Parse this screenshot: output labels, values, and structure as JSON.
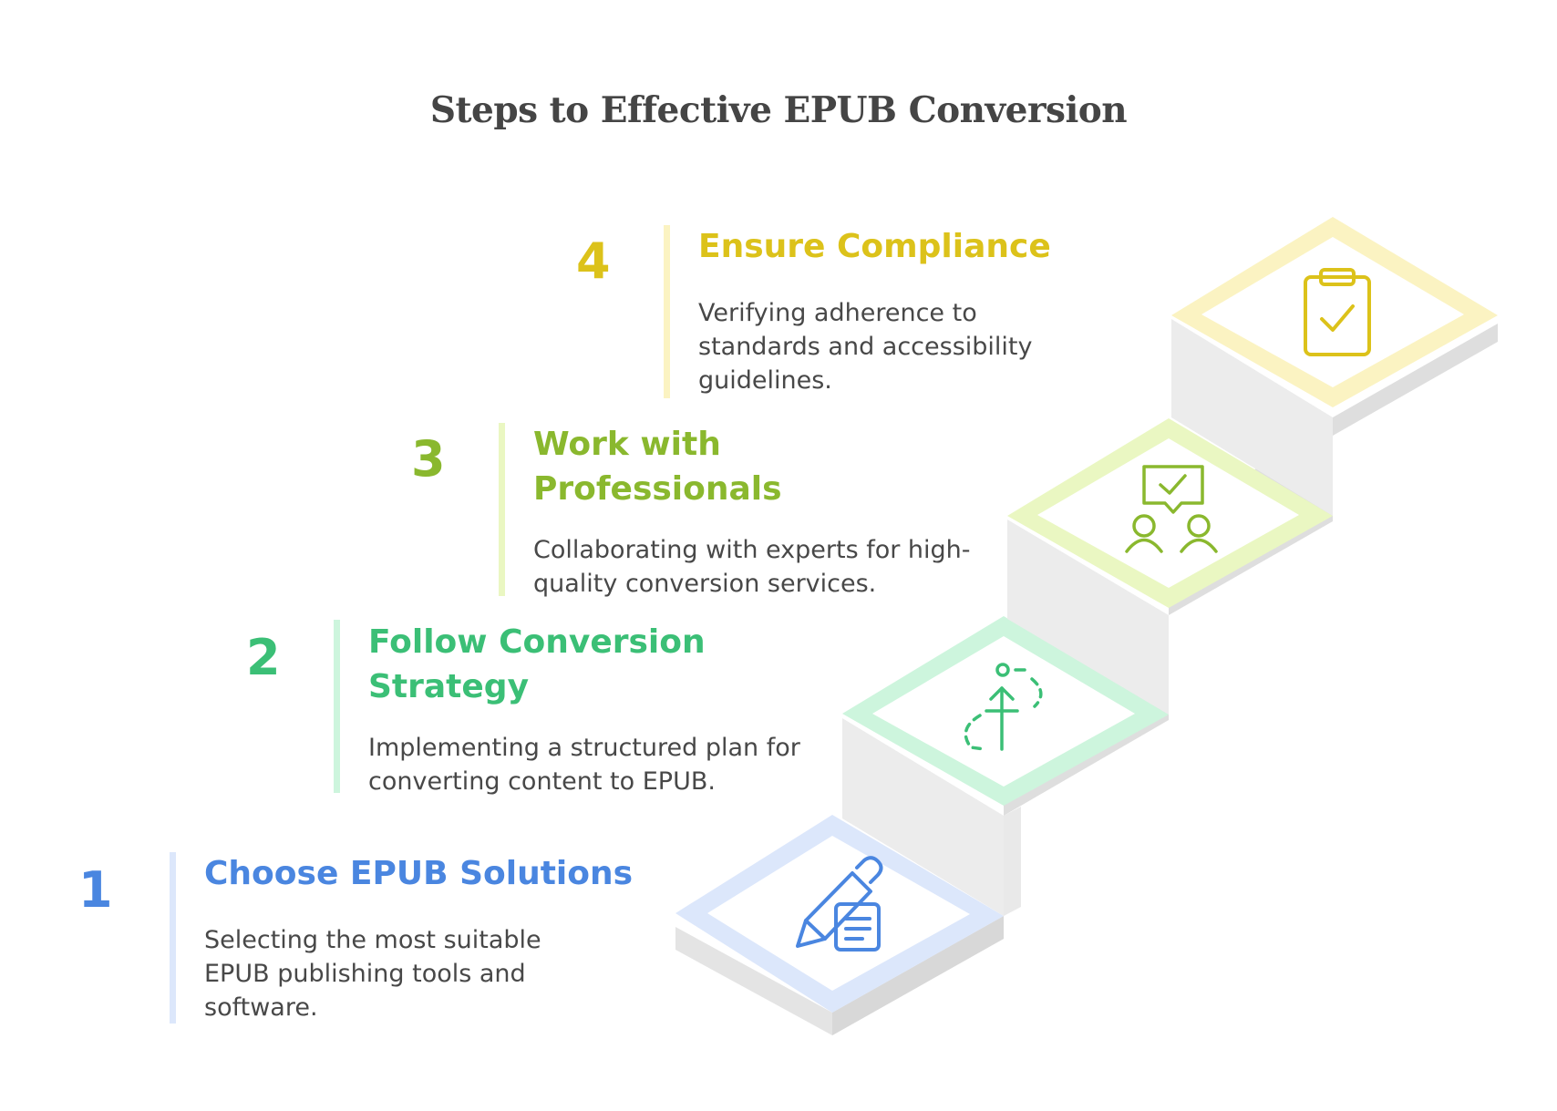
{
  "title": "Steps to Effective EPUB Conversion",
  "steps": [
    {
      "number": "1",
      "heading": "Choose EPUB Solutions",
      "description": "Selecting the most suitable EPUB publishing tools and software.",
      "color": "#4a86e0",
      "bar_color": "#dce7fb",
      "icon": "pencil-document-icon"
    },
    {
      "number": "2",
      "heading": "Follow Conversion Strategy",
      "description": "Implementing a structured plan for converting content to EPUB.",
      "color": "#3bbf76",
      "bar_color": "#cdf5dd",
      "icon": "strategy-path-icon"
    },
    {
      "number": "3",
      "heading": "Work with Professionals",
      "description": "Collaborating with experts for high-quality conversion services.",
      "color": "#8ab82e",
      "bar_color": "#eaf7c2",
      "icon": "collaboration-chat-icon"
    },
    {
      "number": "4",
      "heading": "Ensure Compliance",
      "description": "Verifying adherence to standards and accessibility guidelines.",
      "color": "#dcc21a",
      "bar_color": "#fbf3c2",
      "icon": "clipboard-check-icon"
    }
  ]
}
